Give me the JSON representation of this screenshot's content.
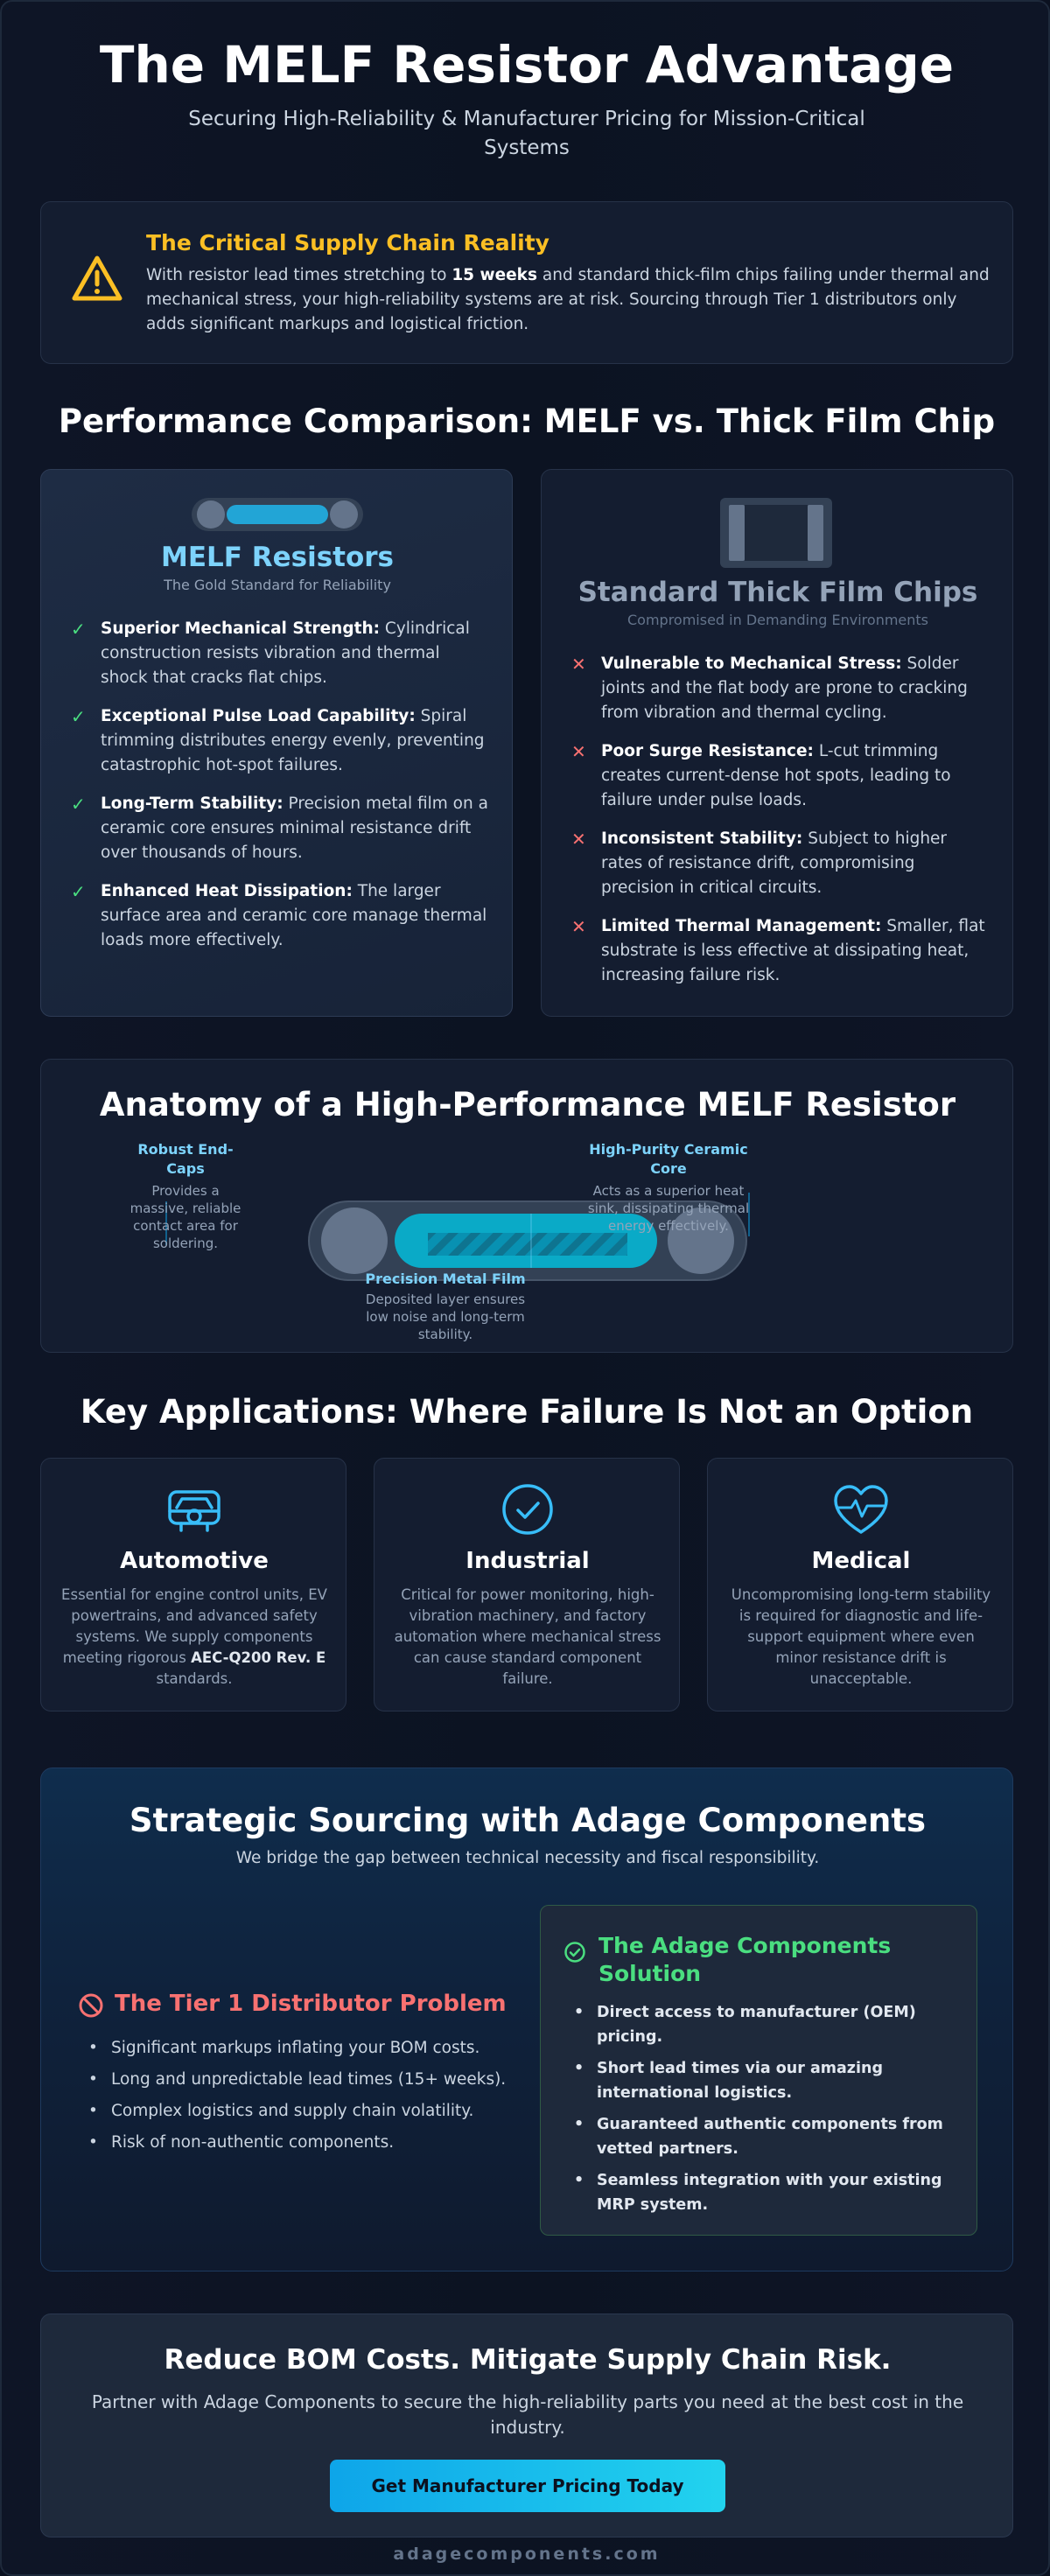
{
  "hero": {
    "title": "The MELF Resistor Advantage",
    "subtitle": "Securing High-Reliability & Manufacturer Pricing for Mission-Critical Systems"
  },
  "alert": {
    "icon": "warning-triangle-icon",
    "title": "The Critical Supply Chain Reality",
    "text_before": "With resistor lead times stretching to ",
    "text_bold": "15 weeks",
    "text_after": " and standard thick-film chips failing under thermal and mechanical stress, your high-reliability systems are at risk. Sourcing through Tier 1 distributors only adds significant markups and logistical friction.",
    "color": "#fbbf24"
  },
  "comparison": {
    "title": "Performance Comparison: MELF vs. Thick Film Chip",
    "melf": {
      "name": "MELF Resistors",
      "tagline": "The Gold Standard for Reliability",
      "color": "#7dd3fc",
      "items": [
        {
          "bold": "Superior Mechanical Strength:",
          "text": " Cylindrical construction resists vibration and thermal shock that cracks flat chips."
        },
        {
          "bold": "Exceptional Pulse Load Capability:",
          "text": " Spiral trimming distributes energy evenly, preventing catastrophic hot-spot failures."
        },
        {
          "bold": "Long-Term Stability:",
          "text": " Precision metal film on a ceramic core ensures minimal resistance drift over thousands of hours."
        },
        {
          "bold": "Enhanced Heat Dissipation:",
          "text": " The larger surface area and ceramic core manage thermal loads more effectively."
        }
      ]
    },
    "chip": {
      "name": "Standard Thick Film Chips",
      "tagline": "Compromised in Demanding Environments",
      "color": "#94a3b8",
      "items": [
        {
          "bold": "Vulnerable to Mechanical Stress:",
          "text": " Solder joints and the flat body are prone to cracking from vibration and thermal cycling."
        },
        {
          "bold": "Poor Surge Resistance:",
          "text": " L-cut trimming creates current-dense hot spots, leading to failure under pulse loads."
        },
        {
          "bold": "Inconsistent Stability:",
          "text": " Subject to higher rates of resistance drift, compromising precision in critical circuits."
        },
        {
          "bold": "Limited Thermal Management:",
          "text": " Smaller, flat substrate is less effective at dissipating heat, increasing failure risk."
        }
      ]
    }
  },
  "anatomy": {
    "title": "Anatomy of a High-Performance MELF Resistor",
    "endcaps": {
      "title": "Robust End-Caps",
      "text": "Provides a massive, reliable contact area for soldering."
    },
    "core": {
      "title": "High-Purity Ceramic Core",
      "text": "Acts as a superior heat sink, dissipating thermal energy effectively."
    },
    "film": {
      "title": "Precision Metal Film",
      "text": "Deposited layer ensures low noise and long-term stability."
    }
  },
  "applications": {
    "title": "Key Applications: Where Failure Is Not an Option",
    "items": [
      {
        "icon": "car-icon",
        "name": "Automotive",
        "text": "Essential for engine control units, EV powertrains, and advanced safety systems. We supply components meeting rigorous ",
        "bold": "AEC-Q200 Rev. E",
        "text_after": " standards."
      },
      {
        "icon": "check-badge-icon",
        "name": "Industrial",
        "text": "Critical for power monitoring, high-vibration machinery, and factory automation where mechanical stress can cause standard component failure.",
        "bold": "",
        "text_after": ""
      },
      {
        "icon": "heartbeat-icon",
        "name": "Medical",
        "text": "Uncompromising long-term stability is required for diagnostic and life-support equipment where even minor resistance drift is unacceptable.",
        "bold": "",
        "text_after": ""
      }
    ]
  },
  "sourcing": {
    "title": "Strategic Sourcing with Adage Components",
    "subtitle": "We bridge the gap between technical necessity and fiscal responsibility.",
    "problem": {
      "title": "The Tier 1 Distributor Problem",
      "color": "#f87171",
      "items": [
        "Significant markups inflating your BOM costs.",
        "Long and unpredictable lead times (15+ weeks).",
        "Complex logistics and supply chain volatility.",
        "Risk of non-authentic components."
      ]
    },
    "solution": {
      "title": "The Adage Components Solution",
      "color": "#4ade80",
      "items": [
        "Direct access to manufacturer (OEM) pricing.",
        "Short lead times via our amazing international logistics.",
        "Guaranteed authentic components from vetted partners.",
        "Seamless integration with your existing MRP system."
      ]
    }
  },
  "cta": {
    "title": "Reduce BOM Costs. Mitigate Supply Chain Risk.",
    "text": "Partner with Adage Components to secure the high-reliability parts you need at the best cost in the industry.",
    "button": "Get Manufacturer Pricing Today"
  },
  "footer": {
    "text": "adagecomponents.com"
  }
}
